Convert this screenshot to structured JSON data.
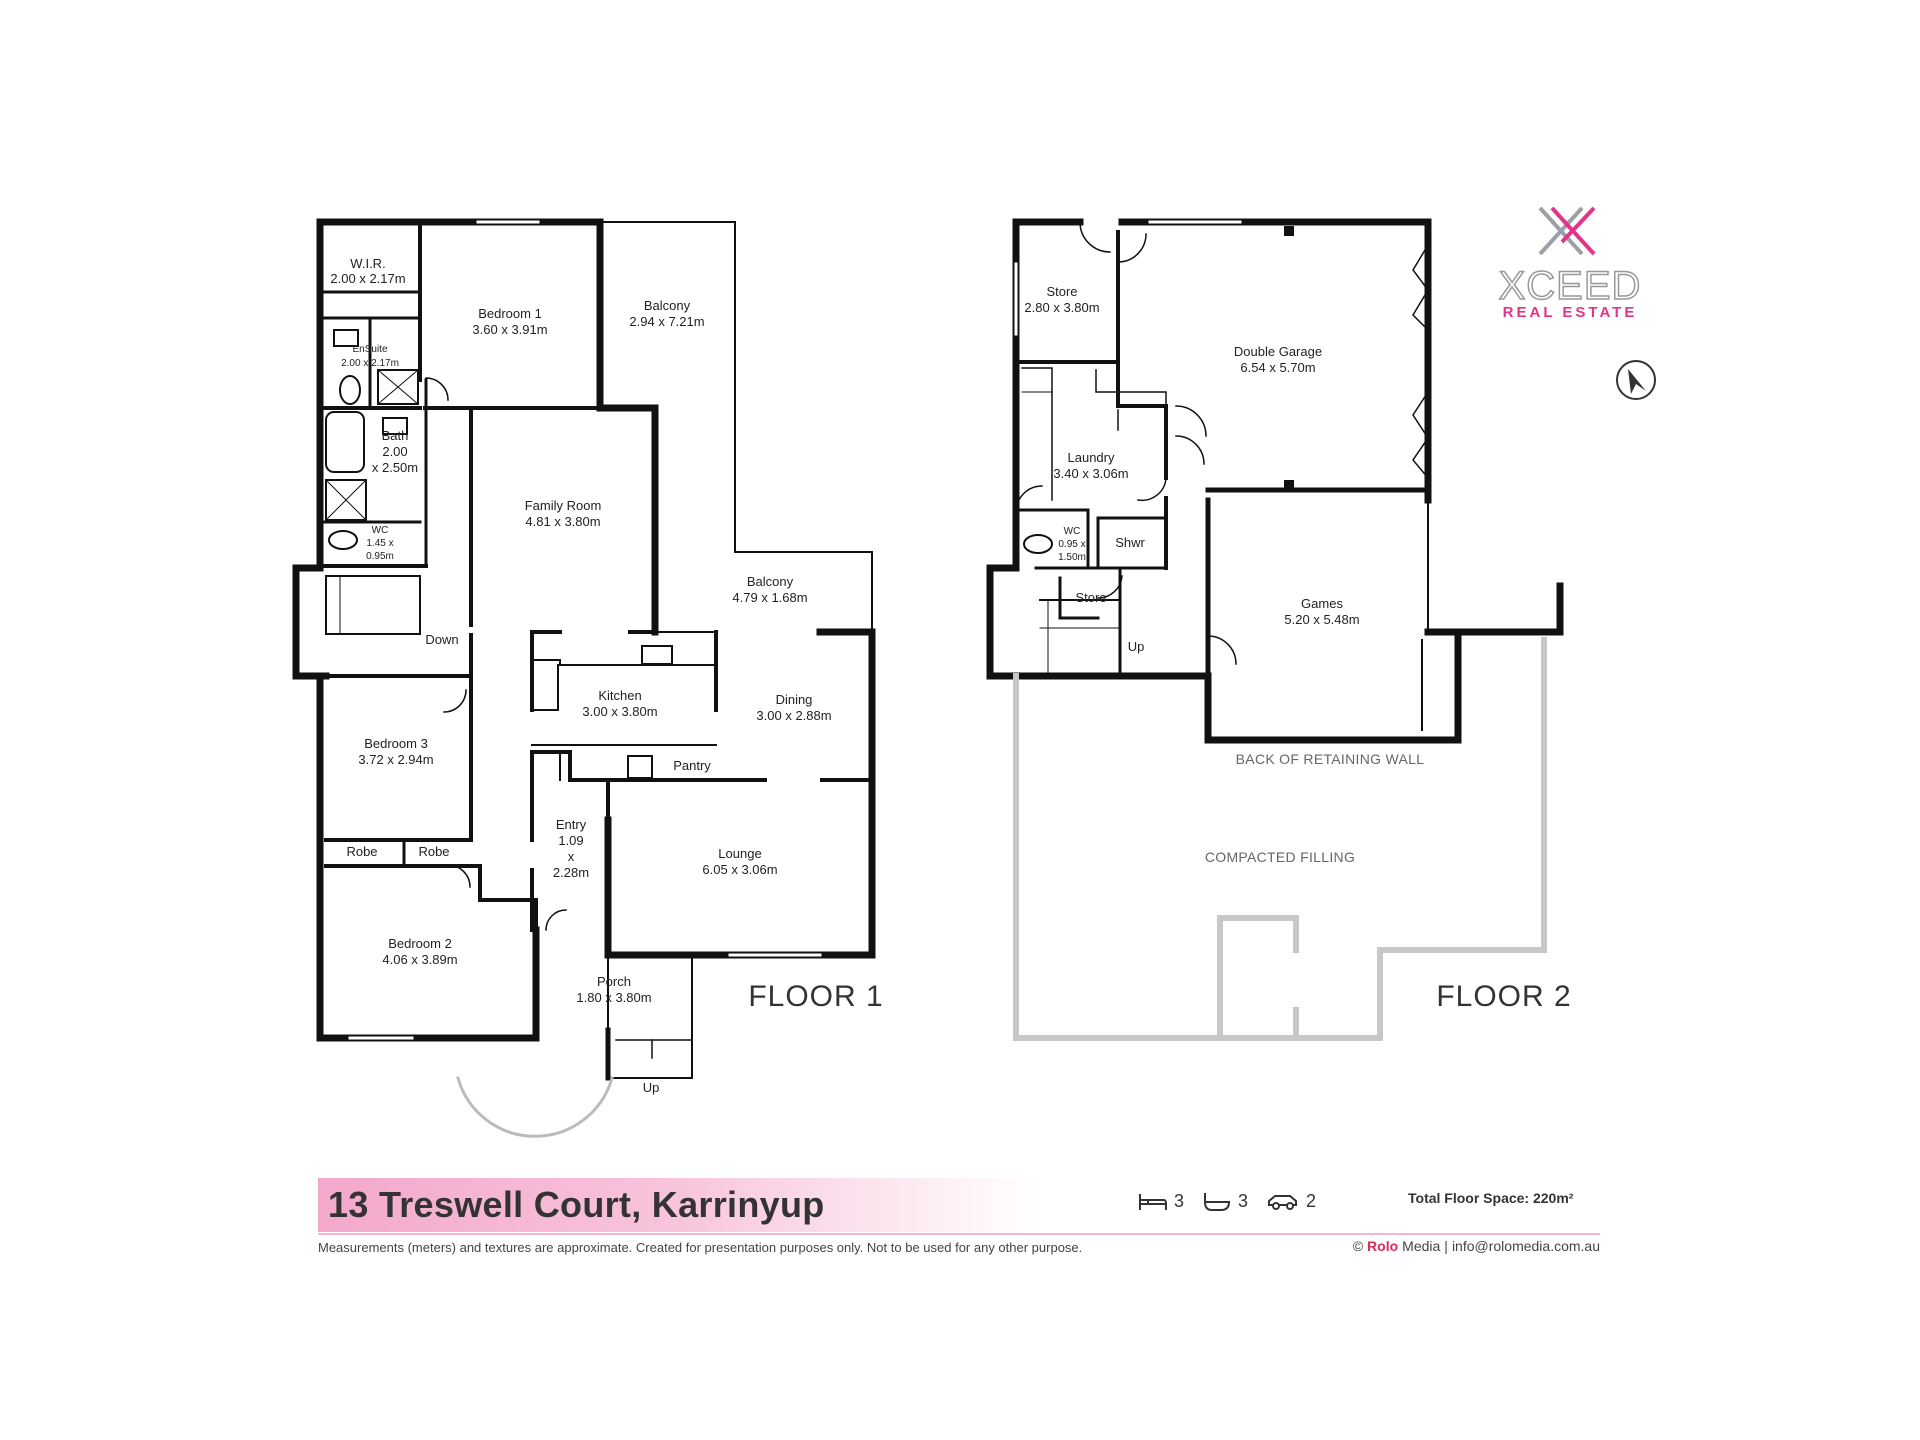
{
  "floor1": {
    "title": "FLOOR 1",
    "rooms": {
      "wir": [
        "W.I.R.",
        "2.00 x 2.17m"
      ],
      "bed1": [
        "Bedroom 1",
        "3.60 x 3.91m"
      ],
      "balcony1": [
        "Balcony",
        "2.94 x 7.21m"
      ],
      "ensuite": [
        "EnSuite",
        "2.00 x 2.17m"
      ],
      "bath": [
        "Bath",
        "2.00",
        "x 2.50m"
      ],
      "family": [
        "Family Room",
        "4.81 x 3.80m"
      ],
      "wc": [
        "WC",
        "1.45 x",
        "0.95m"
      ],
      "balcony2": [
        "Balcony",
        "4.79 x 1.68m"
      ],
      "down": "Down",
      "kitchen": [
        "Kitchen",
        "3.00 x 3.80m"
      ],
      "dining": [
        "Dining",
        "3.00 x 2.88m"
      ],
      "bed3": [
        "Bedroom 3",
        "3.72 x 2.94m"
      ],
      "pantry": "Pantry",
      "robe1": "Robe",
      "robe2": "Robe",
      "entry": [
        "Entry",
        "1.09",
        "x",
        "2.28m"
      ],
      "lounge": [
        "Lounge",
        "6.05 x 3.06m"
      ],
      "bed2": [
        "Bedroom 2",
        "4.06 x 3.89m"
      ],
      "porch": [
        "Porch",
        "1.80 x 3.80m"
      ],
      "up": "Up"
    }
  },
  "floor2": {
    "title": "FLOOR 2",
    "rooms": {
      "store1": [
        "Store",
        "2.80 x 3.80m"
      ],
      "garage": [
        "Double Garage",
        "6.54 x 5.70m"
      ],
      "laundry": [
        "Laundry",
        "3.40 x 3.06m"
      ],
      "wc": [
        "WC",
        "0.95 x",
        "1.50m"
      ],
      "shwr": "Shwr",
      "store2": "Store",
      "up": "Up",
      "games": [
        "Games",
        "5.20 x 5.48m"
      ]
    },
    "notes": {
      "retaining": "BACK OF RETAINING WALL",
      "filling": "COMPACTED FILLING"
    }
  },
  "brand": {
    "logo_word": "XCEED",
    "logo_sub": "REAL ESTATE",
    "pink": "#e6338a"
  },
  "footer": {
    "address": "13 Treswell Court, Karrinyup",
    "beds": "3",
    "baths": "3",
    "cars": "2",
    "floor_space": "Total Floor Space: 220m²",
    "disclaimer": "Measurements (meters) and textures are approximate. Created for presentation purposes only. Not to be used for any other purpose.",
    "copyright": "©",
    "rolo": "Rolo",
    "media": "Media",
    "separator": "|",
    "email": "info@rolomedia.com.au"
  }
}
